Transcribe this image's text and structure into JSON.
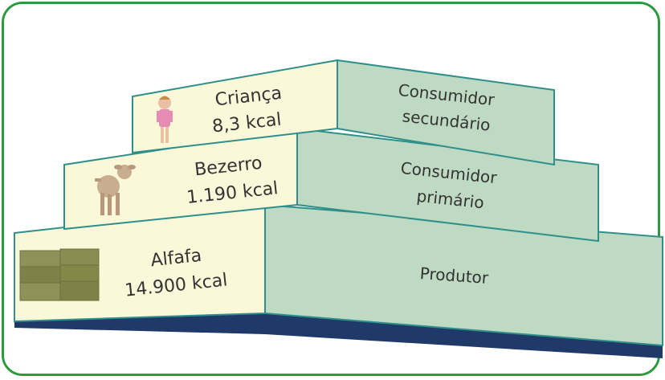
{
  "levels": [
    {
      "organism": "Criança",
      "energy": "8,3 kcal",
      "role_line1": "Consumidor",
      "role_line2": "secundário"
    },
    {
      "organism": "Bezerro",
      "energy": "1.190 kcal",
      "role_line1": "Consumidor",
      "role_line2": "primário"
    },
    {
      "organism": "Alfafa",
      "energy": "14.900 kcal",
      "role_line1": "Produtor",
      "role_line2": ""
    }
  ],
  "colors": {
    "frame": "#2e9a3f",
    "front_face": "#fbf8d9",
    "side_face": "#bfdac3",
    "edge": "#2f8f8a",
    "shadow": "#1f3a68"
  }
}
